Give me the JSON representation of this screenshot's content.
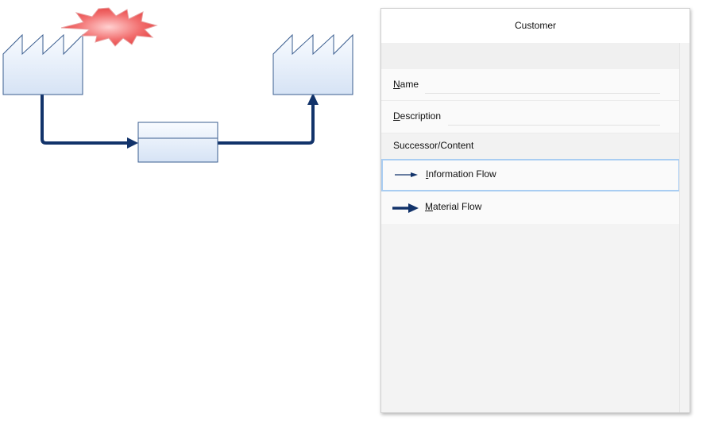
{
  "panel": {
    "title": "Customer",
    "fields": [
      {
        "label_first": "N",
        "label_rest": "ame",
        "value": ""
      },
      {
        "label_first": "D",
        "label_rest": "escription",
        "value": ""
      }
    ],
    "section_title": "Successor/Content",
    "flows": [
      {
        "label_first": "I",
        "label_rest": "nformation Flow",
        "icon": "thin-arrow-icon",
        "selected": true
      },
      {
        "label_first": "M",
        "label_rest": "aterial Flow",
        "icon": "thick-arrow-icon",
        "selected": false
      }
    ]
  },
  "diagram": {
    "nodes": [
      "customer-factory",
      "process-box",
      "supplier-factory"
    ],
    "burst_color": "#f04848",
    "arrow_color": "#12336a",
    "node_fill": "#e6eefa"
  }
}
